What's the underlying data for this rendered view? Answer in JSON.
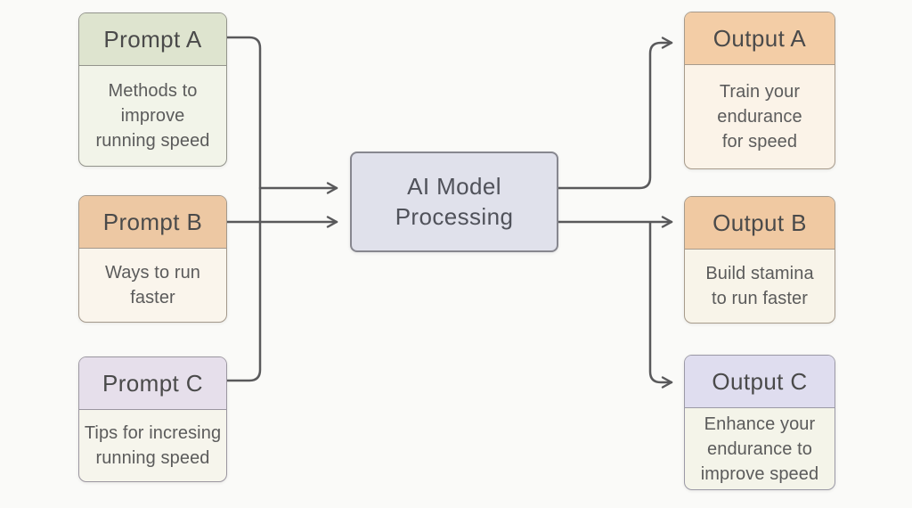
{
  "nodes": {
    "prompt_a": {
      "title": "Prompt A",
      "body": "Methods to\nimprove\nrunning speed",
      "header_bg": "#dee4cf",
      "body_bg": "#f2f4e9",
      "border": "#93948c"
    },
    "prompt_b": {
      "title": "Prompt B",
      "body": "Ways to run\nfaster",
      "header_bg": "#edc8a3",
      "body_bg": "#faf5ec",
      "border": "#a3988b"
    },
    "prompt_c": {
      "title": "Prompt C",
      "body": "Tips for incresing\nrunning speed",
      "header_bg": "#e6dfeb",
      "body_bg": "#f6f5ec",
      "border": "#9b96a0"
    },
    "center": {
      "title": "AI Model\nProcessing",
      "header_bg": "#e0e1eb",
      "body_bg": "#e0e1eb",
      "border": "#87878f"
    },
    "output_a": {
      "title": "Output A",
      "body": "Train your\nendurance\nfor speed",
      "header_bg": "#f3cda6",
      "body_bg": "#fbf3e8",
      "border": "#a79b8c"
    },
    "output_b": {
      "title": "Output B",
      "body": "Build stamina\nto run faster",
      "header_bg": "#f0c9a2",
      "body_bg": "#f8f4e9",
      "border": "#a79b8c"
    },
    "output_c": {
      "title": "Output C",
      "body": "Enhance your\nendurance to\nimprove speed",
      "header_bg": "#dfddef",
      "body_bg": "#f4f4e9",
      "border": "#9b99a6"
    }
  },
  "connectors": {
    "color": "#59595b",
    "links": [
      {
        "from": "prompt_a",
        "to": "center"
      },
      {
        "from": "prompt_b",
        "to": "center"
      },
      {
        "from": "prompt_c",
        "to": "center"
      },
      {
        "from": "center",
        "to": "output_a"
      },
      {
        "from": "center",
        "to": "output_b"
      },
      {
        "from": "center",
        "to": "output_c"
      }
    ]
  }
}
